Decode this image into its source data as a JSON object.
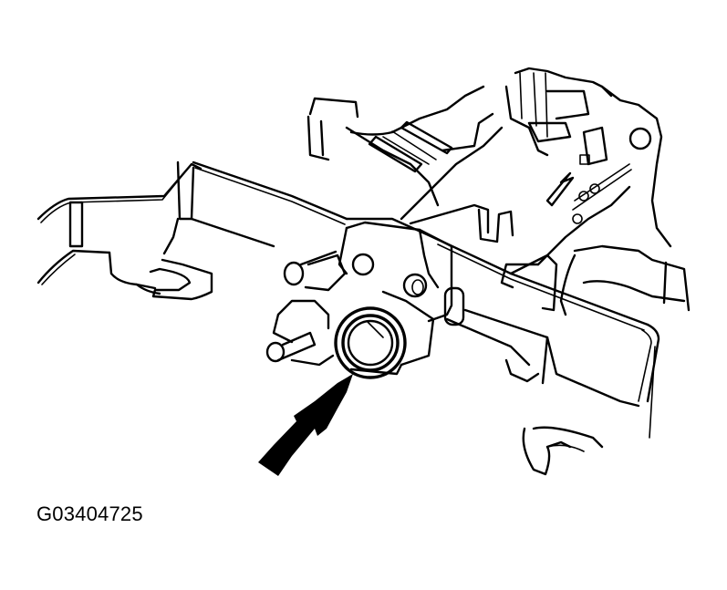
{
  "figure": {
    "id_label": "G03404725",
    "subject": "steering-column-assembly-line-drawing",
    "callout": {
      "type": "arrow",
      "points_to": "ring-bearing-component",
      "color": "#000000"
    },
    "colors": {
      "background": "#ffffff",
      "line": "#000000"
    }
  }
}
